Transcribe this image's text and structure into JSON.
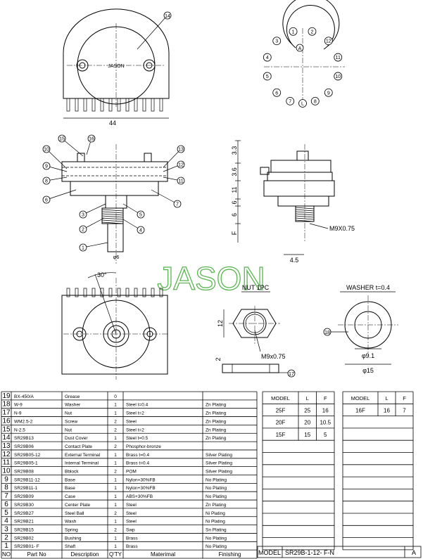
{
  "watermark": "JASON",
  "front_view": {
    "brand": "JASON",
    "width_dim": "44",
    "callout": "14"
  },
  "pin_view": {
    "pins": [
      "1",
      "2",
      "3",
      "4",
      "5",
      "6",
      "7",
      "8",
      "9",
      "10",
      "11",
      "12"
    ],
    "stop_pin": "A",
    "ground": "L"
  },
  "section_view": {
    "callouts": [
      "1",
      "2",
      "3",
      "4",
      "5",
      "6",
      "7",
      "8",
      "9",
      "10",
      "11",
      "12",
      "13",
      "15",
      "16"
    ],
    "shaft_dia": "φ6"
  },
  "side_view": {
    "dims": [
      "3.3",
      "3.6",
      "11",
      "6",
      "6",
      "F"
    ],
    "offset": "4.5",
    "thread": "M9X0.75"
  },
  "bottom_view": {
    "angle": "30°"
  },
  "nut_view": {
    "title": "NUT 1PC",
    "height": "12",
    "thickness": "2",
    "thread": "M9x0.75",
    "callout": "17"
  },
  "washer_view": {
    "title": "WASHER t=0.4",
    "inner": "φ9.1",
    "outer": "φ15",
    "callout": "18"
  },
  "bom": {
    "headers": {
      "no": "NO",
      "part": "Part No",
      "desc": "Description",
      "qty": "Q'TY",
      "material": "Materimal",
      "finish": "Finishing"
    },
    "rows": [
      {
        "no": "19",
        "part": "BX-450/A",
        "desc": "Grease",
        "qty": "0",
        "material": "",
        "finish": ""
      },
      {
        "no": "18",
        "part": "W-9",
        "desc": "Washer",
        "qty": "1",
        "material": "Steel  t=0.4",
        "finish": "Zn Plating"
      },
      {
        "no": "17",
        "part": "N-9",
        "desc": "Nut",
        "qty": "1",
        "material": "Steel  t=2",
        "finish": "Zn Plating"
      },
      {
        "no": "16",
        "part": "WM2.5-2",
        "desc": "Screw",
        "qty": "2",
        "material": "Steel",
        "finish": "Zn Plating"
      },
      {
        "no": "15",
        "part": "N-2.5",
        "desc": "Nut",
        "qty": "2",
        "material": "Steel t=2",
        "finish": "Zn Plating"
      },
      {
        "no": "14",
        "part": "SR29B13",
        "desc": "Dust Cover",
        "qty": "1",
        "material": "Steel  t=0.5",
        "finish": "Zn Plating"
      },
      {
        "no": "13",
        "part": "SR29B06",
        "desc": "Contact Plate",
        "qty": "2",
        "material": "Phosphor-bronze",
        "finish": ""
      },
      {
        "no": "12",
        "part": "SR29B05-12",
        "desc": "External Terminal",
        "qty": "1",
        "material": "Brass t=0.4",
        "finish": "Silver Plating"
      },
      {
        "no": "11",
        "part": "SR29B05-1",
        "desc": "Internal Terminal",
        "qty": "1",
        "material": "Brass  t=0.4",
        "finish": "Silver Plating"
      },
      {
        "no": "10",
        "part": "SR29B08",
        "desc": "Bblock",
        "qty": "2",
        "material": "POM",
        "finish": "Silver Plating"
      },
      {
        "no": "9",
        "part": "SR29B11-12",
        "desc": "Base",
        "qty": "1",
        "material": "Nylon+30%FB",
        "finish": "No Plating"
      },
      {
        "no": "8",
        "part": "SR29B11-1",
        "desc": "Base",
        "qty": "1",
        "material": "Nylon+30%FB",
        "finish": "No Plating"
      },
      {
        "no": "7",
        "part": "SR29B09",
        "desc": "Case",
        "qty": "1",
        "material": "ABS+30%FB",
        "finish": "No Plating"
      },
      {
        "no": "6",
        "part": "SR29B30",
        "desc": "Center Plate",
        "qty": "1",
        "material": "Steel",
        "finish": "Zn Plating"
      },
      {
        "no": "5",
        "part": "SR29B27",
        "desc": "Steel  Ball",
        "qty": "2",
        "material": "Steel",
        "finish": "Ni Plating"
      },
      {
        "no": "4",
        "part": "SR29B21",
        "desc": "Wash",
        "qty": "1",
        "material": "Steel",
        "finish": "Ni Plating"
      },
      {
        "no": "3",
        "part": "SR29B15",
        "desc": "Spring",
        "qty": "2",
        "material": "Swp",
        "finish": "Sn Plating"
      },
      {
        "no": "2",
        "part": "SR29B02",
        "desc": "Bushing",
        "qty": "1",
        "material": "Brass",
        "finish": "No Plating"
      },
      {
        "no": "1",
        "part": "SR29B01- F",
        "desc": "Shaft",
        "qty": "1",
        "material": "Brass",
        "finish": "No Plating"
      }
    ]
  },
  "dim_table_1": {
    "headers": [
      "MODEL",
      "L",
      "F"
    ],
    "rows": [
      [
        "25F",
        "25",
        "16"
      ],
      [
        "20F",
        "20",
        "10.5"
      ],
      [
        "15F",
        "15",
        "5"
      ]
    ]
  },
  "dim_table_2": {
    "headers": [
      "MODEL",
      "L",
      "F"
    ],
    "rows": [
      [
        "16F",
        "16",
        "7"
      ]
    ]
  },
  "model_line": {
    "label": "MODEL",
    "value": "SR29B-1-12-   F-N",
    "rev": "A"
  }
}
